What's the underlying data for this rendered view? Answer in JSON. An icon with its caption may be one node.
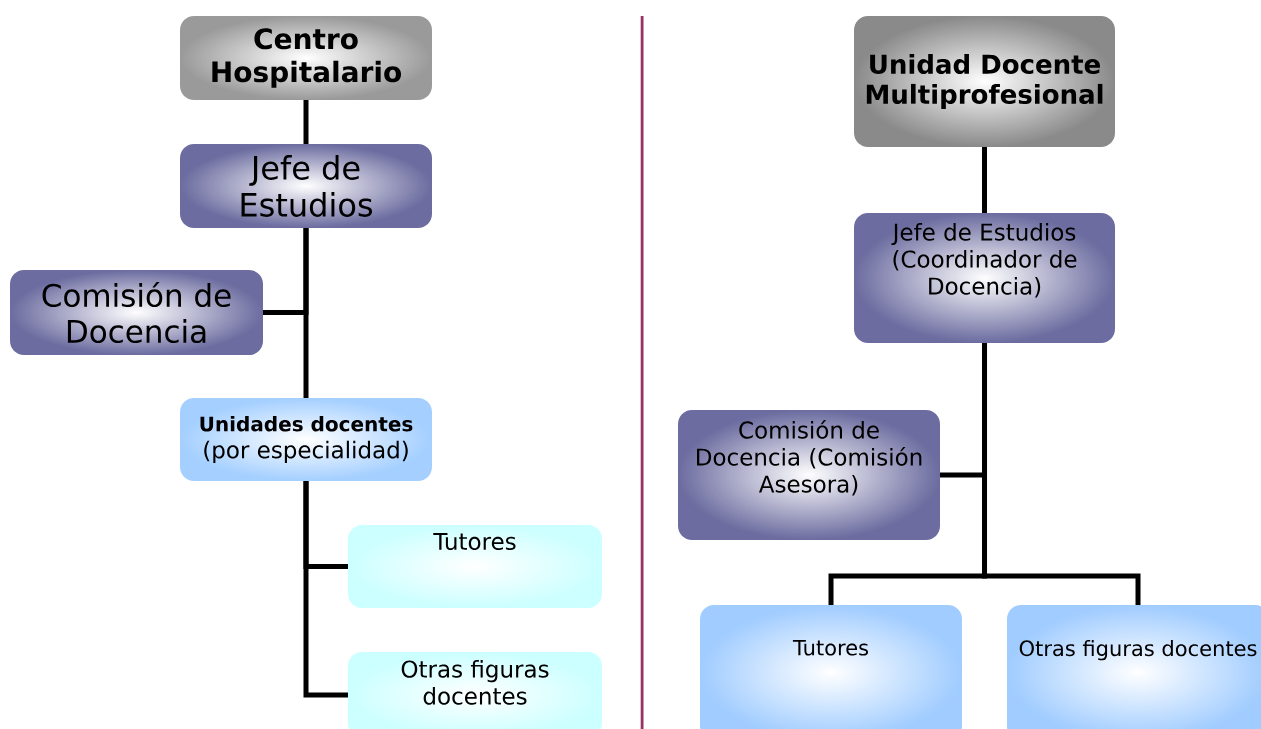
{
  "diagram": {
    "nodes": [
      {
        "text": [
          "Centro Hospitalario"
        ]
      },
      {
        "text": [
          "Jefe de Estudios"
        ]
      },
      {
        "text": [
          "Comisión de Docencia"
        ]
      },
      {
        "text": [
          "Unidades docentes",
          "(por especialidad)"
        ]
      },
      {
        "text": [
          "Tutores"
        ]
      },
      {
        "text": [
          "Otras figuras docentes"
        ]
      },
      {
        "text": [
          "Unidad Docente Multiprofesional"
        ]
      },
      {
        "text": [
          "Jefe de Estudios (Coordinador de Docencia)"
        ]
      },
      {
        "text": [
          "Comisión de Docencia (Comisión Asesora)"
        ]
      },
      {
        "text": [
          "Tutores"
        ]
      },
      {
        "text": [
          "Otras figuras docentes"
        ]
      }
    ],
    "edges": [
      {
        "from": 0,
        "to": 1,
        "arrow": "none"
      },
      {
        "from": 1,
        "to": 2,
        "arrow": "none"
      },
      {
        "from": 1,
        "to": 3,
        "arrow": "none"
      },
      {
        "from": 3,
        "to": 4,
        "arrow": "none"
      },
      {
        "from": 3,
        "to": 5,
        "arrow": "none"
      },
      {
        "from": 6,
        "to": 7,
        "arrow": "none"
      },
      {
        "from": 7,
        "to": 8,
        "arrow": "none"
      },
      {
        "from": 7,
        "to": 9,
        "arrow": "none"
      },
      {
        "from": 7,
        "to": 10,
        "arrow": "none"
      }
    ]
  }
}
